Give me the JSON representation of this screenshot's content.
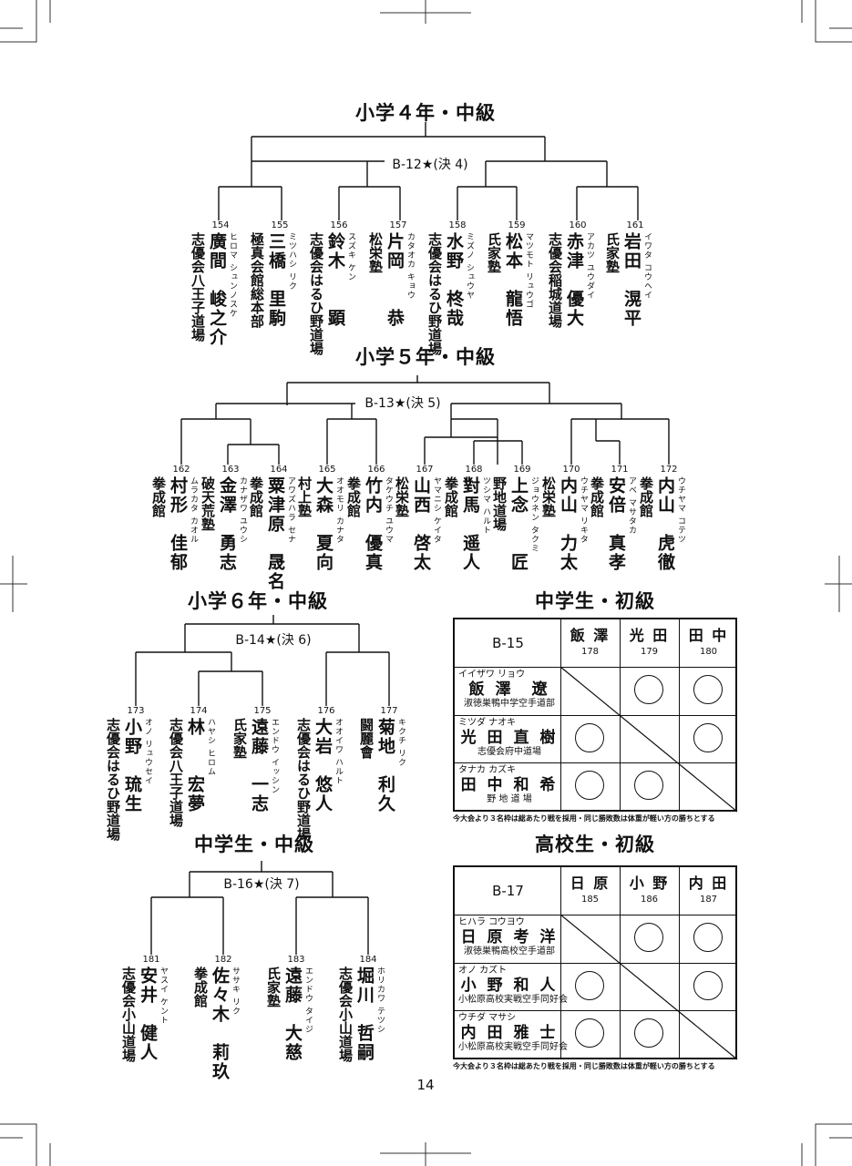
{
  "page_number": "14",
  "sections": [
    {
      "title": "小学４年・中級",
      "match_label": "B-12★(決 4)",
      "players": [
        {
          "num": "154",
          "club": "志優会八王子道場",
          "name": "廣間　峻之介",
          "kana": "ヒロマ シュンノスケ"
        },
        {
          "num": "155",
          "club": "極真会館総本部",
          "name": "三橋　里駒",
          "kana": "ミツハシ リク"
        },
        {
          "num": "156",
          "club": "志優会はるひ野道場",
          "name": "鈴木　　顕",
          "kana": "スズキ ケン"
        },
        {
          "num": "157",
          "club": "松栄塾",
          "name": "片岡　　恭",
          "kana": "カタオカ キョウ"
        },
        {
          "num": "158",
          "club": "志優会はるひ野道場",
          "name": "水野　柊哉",
          "kana": "ミズノ シュウヤ"
        },
        {
          "num": "159",
          "club": "氏家塾",
          "name": "松本　龍悟",
          "kana": "マツモト リュウゴ"
        },
        {
          "num": "160",
          "club": "志優会稲城道場",
          "name": "赤津　優大",
          "kana": "アカツ ユウダイ"
        },
        {
          "num": "161",
          "club": "氏家塾",
          "name": "岩田　滉平",
          "kana": "イワタ コウヘイ"
        }
      ]
    },
    {
      "title": "小学５年・中級",
      "match_label": "B-13★(決 5)",
      "players": [
        {
          "num": "162",
          "club": "拳成館",
          "name": "村形　佳郁",
          "kana": "ムラカタ カオル"
        },
        {
          "num": "163",
          "club": "破天荒塾",
          "name": "金澤　勇志",
          "kana": "カナザワ ユウシ"
        },
        {
          "num": "164",
          "club": "拳成館",
          "name": "粟津原　晟名",
          "kana": "アワズハラ セナ"
        },
        {
          "num": "165",
          "club": "村上塾",
          "name": "大森　夏向",
          "kana": "オオモリ カナタ"
        },
        {
          "num": "166",
          "club": "拳成館",
          "name": "竹内　優真",
          "kana": "タケウチ ユウマ"
        },
        {
          "num": "167",
          "club": "松栄塾",
          "name": "山西　啓太",
          "kana": "ヤマニシ ケイタ"
        },
        {
          "num": "168",
          "club": "拳成館",
          "name": "對馬　遥人",
          "kana": "ツシマ ハルト"
        },
        {
          "num": "169",
          "club": "野地道場",
          "name": "上念　　匠",
          "kana": "ジョウネン タクミ"
        },
        {
          "num": "170",
          "club": "松栄塾",
          "name": "内山　力太",
          "kana": "ウチヤマ リキタ"
        },
        {
          "num": "171",
          "club": "拳成館",
          "name": "安倍　真孝",
          "kana": "アベ マサタカ"
        },
        {
          "num": "172",
          "club": "拳成館",
          "name": "内山　虎徹",
          "kana": "ウチヤマ コテツ"
        }
      ]
    },
    {
      "title": "小学６年・中級",
      "match_label": "B-14★(決 6)",
      "players": [
        {
          "num": "173",
          "club": "志優会はるひ野道場",
          "name": "小野　琉生",
          "kana": "オノ リュウセイ"
        },
        {
          "num": "174",
          "club": "志優会八王子道場",
          "name": "林　　宏夢",
          "kana": "ハヤシ ヒロム"
        },
        {
          "num": "175",
          "club": "氏家塾",
          "name": "遠藤　一志",
          "kana": "エンドウ イッシン"
        },
        {
          "num": "176",
          "club": "志優会はるひ野道場",
          "name": "大岩　悠人",
          "kana": "オオイワ ハルト"
        },
        {
          "num": "177",
          "club": "闘麗會",
          "name": "菊地　利久",
          "kana": "キクチ リク"
        }
      ]
    },
    {
      "title": "中学生・中級",
      "match_label": "B-16★(決 7)",
      "players": [
        {
          "num": "181",
          "club": "志優会小山道場",
          "name": "安井　健人",
          "kana": "ヤスイ ケント"
        },
        {
          "num": "182",
          "club": "拳成館",
          "name": "佐々木　莉玖",
          "kana": "ササキ リク"
        },
        {
          "num": "183",
          "club": "氏家塾",
          "name": "遠藤　大慈",
          "kana": "エンドウ タイジ"
        },
        {
          "num": "184",
          "club": "志優会小山道場",
          "name": "堀川　哲嗣",
          "kana": "ホリカワ テツシ"
        }
      ]
    }
  ],
  "round_robins": [
    {
      "title": "中学生・初級",
      "match_id": "B-15",
      "columns": [
        {
          "name": "飯 澤",
          "num": "178"
        },
        {
          "name": "光 田",
          "num": "179"
        },
        {
          "name": "田 中",
          "num": "180"
        }
      ],
      "rows": [
        {
          "kana": "イイザワ リョウ",
          "name": "飯 澤　遼",
          "club": "淑徳巣鴨中学空手道部"
        },
        {
          "kana": "ミツダ ナオキ",
          "name": "光 田 直 樹",
          "club": "志優会府中道場"
        },
        {
          "kana": "タナカ カズキ",
          "name": "田 中 和 希",
          "club": "野 地 道 場"
        }
      ],
      "note": "今大会より３名枠は総あたり戦を採用・同じ勝敗数は体重が軽い方の勝ちとする"
    },
    {
      "title": "高校生・初級",
      "match_id": "B-17",
      "columns": [
        {
          "name": "日 原",
          "num": "185"
        },
        {
          "name": "小 野",
          "num": "186"
        },
        {
          "name": "内 田",
          "num": "187"
        }
      ],
      "rows": [
        {
          "kana": "ヒハラ コウヨウ",
          "name": "日 原 考 洋",
          "club": "淑徳巣鴨高校空手道部"
        },
        {
          "kana": "オノ カズト",
          "name": "小 野 和 人",
          "club": "小松原高校実戦空手同好会"
        },
        {
          "kana": "ウチダ マサシ",
          "name": "内 田 雅 士",
          "club": "小松原高校実戦空手同好会"
        }
      ],
      "note": "今大会より３名枠は総あたり戦を採用・同じ勝敗数は体重が軽い方の勝ちとする"
    }
  ]
}
